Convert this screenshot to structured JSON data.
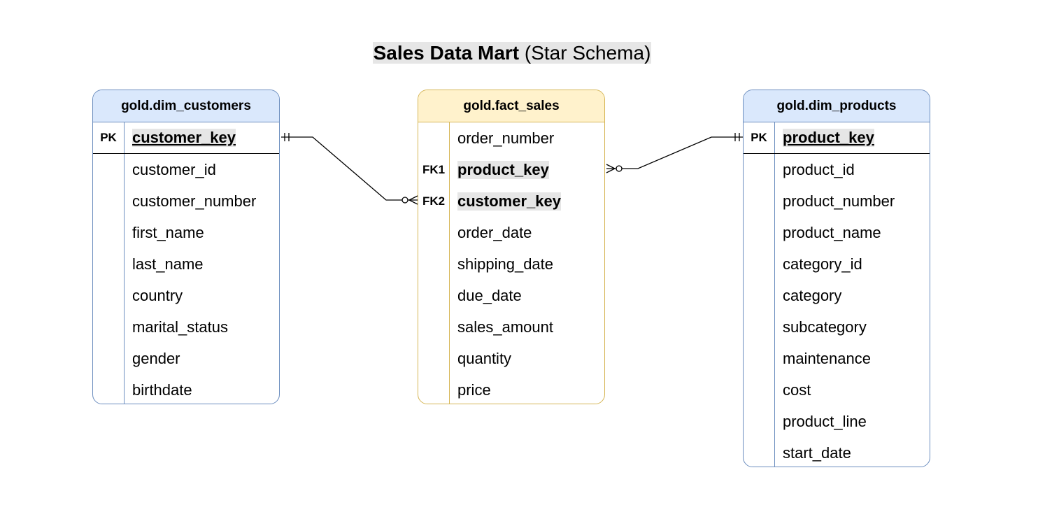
{
  "title": {
    "bold_part": "Sales Data Mart",
    "regular_part": "(Star Schema)"
  },
  "tables": {
    "customers": {
      "name": "gold.dim_customers",
      "color": "#dae8fc",
      "border_color": "#6c8ebf",
      "pk_label": "PK",
      "pk_column": "customer_key",
      "columns": [
        "customer_id",
        "customer_number",
        "first_name",
        "last_name",
        "country",
        "marital_status",
        "gender",
        "birthdate"
      ]
    },
    "fact_sales": {
      "name": "gold.fact_sales",
      "color": "#fff2cc",
      "border_color": "#d6b656",
      "columns": [
        {
          "key": "",
          "name": "order_number"
        },
        {
          "key": "FK1",
          "name": "product_key"
        },
        {
          "key": "FK2",
          "name": "customer_key"
        },
        {
          "key": "",
          "name": "order_date"
        },
        {
          "key": "",
          "name": "shipping_date"
        },
        {
          "key": "",
          "name": "due_date"
        },
        {
          "key": "",
          "name": "sales_amount"
        },
        {
          "key": "",
          "name": "quantity"
        },
        {
          "key": "",
          "name": "price"
        }
      ]
    },
    "products": {
      "name": "gold.dim_products",
      "color": "#dae8fc",
      "border_color": "#6c8ebf",
      "pk_label": "PK",
      "pk_column": "product_key",
      "columns": [
        "product_id",
        "product_number",
        "product_name",
        "category_id",
        "category",
        "subcategory",
        "maintenance",
        "cost",
        "product_line",
        "start_date"
      ]
    }
  },
  "relationships": [
    {
      "from": "gold.dim_customers.customer_key",
      "from_cardinality": "exactly-one",
      "to": "gold.fact_sales.customer_key",
      "to_cardinality": "zero-or-many"
    },
    {
      "from": "gold.dim_products.product_key",
      "from_cardinality": "exactly-one",
      "to": "gold.fact_sales.product_key",
      "to_cardinality": "zero-or-many"
    }
  ]
}
